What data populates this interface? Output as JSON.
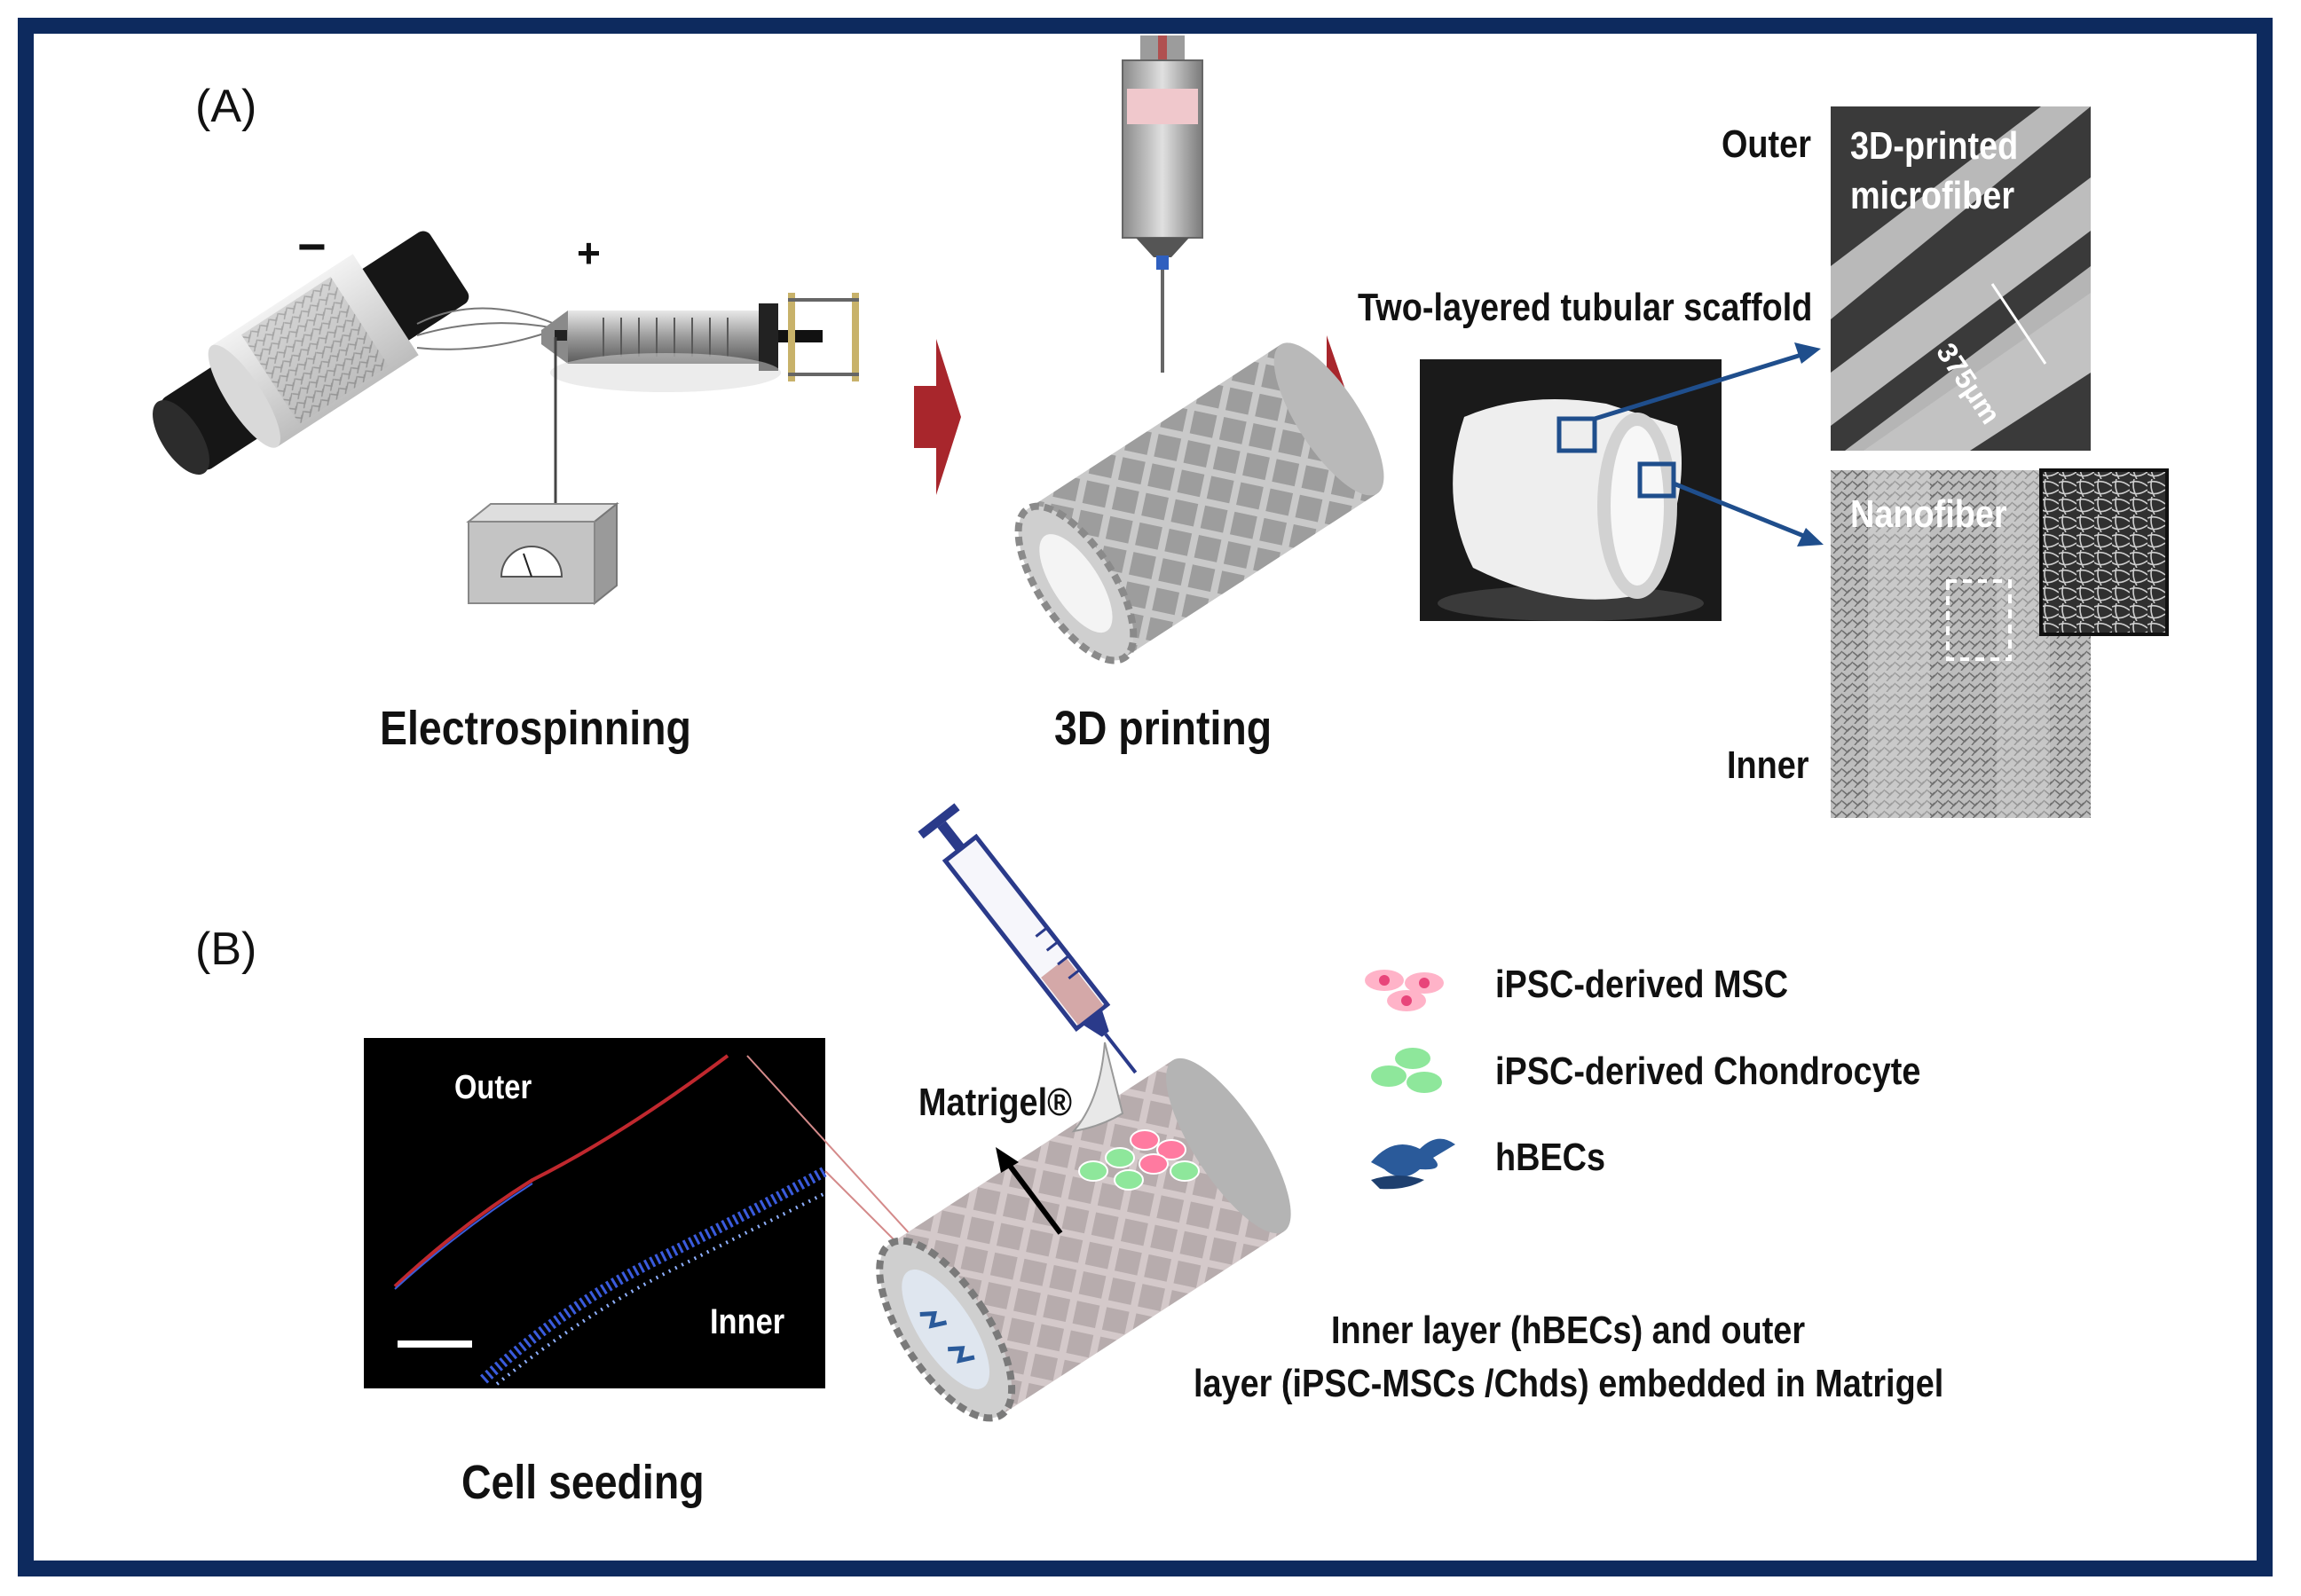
{
  "panel_a": {
    "label": "(A)",
    "polarity_minus": "−",
    "polarity_plus": "+",
    "electrospinning": "Electrospinning",
    "printing_3d": "3D printing",
    "scaffold_title": "Two-layered tubular scaffold",
    "outer": "Outer",
    "inner": "Inner",
    "microfiber_line1": "3D-printed",
    "microfiber_line2": "microfiber",
    "scale_value": "375μm",
    "nanofiber": "Nanofiber"
  },
  "panel_b": {
    "label": "(B)",
    "micro_outer": "Outer",
    "micro_inner": "Inner",
    "cell_seeding": "Cell seeding",
    "matrigel": "Matrigel®",
    "legend": [
      {
        "icon": "pink-cell-cluster-icon",
        "label": "iPSC-derived MSC",
        "color": "#e8457a"
      },
      {
        "icon": "green-cell-cluster-icon",
        "label": "iPSC-derived Chondrocyte",
        "color": "#3fd06a"
      },
      {
        "icon": "hbec-cell-icon",
        "label": "hBECs",
        "color": "#2a5a9a"
      }
    ],
    "caption_line1": "Inner layer (hBECs) and outer",
    "caption_line2": "layer (iPSC-MSCs /Chds) embedded in Matrigel"
  },
  "colors": {
    "frame": "#0d2a5e",
    "arrow": "#a8262c",
    "callout": "#1f4e8c"
  }
}
